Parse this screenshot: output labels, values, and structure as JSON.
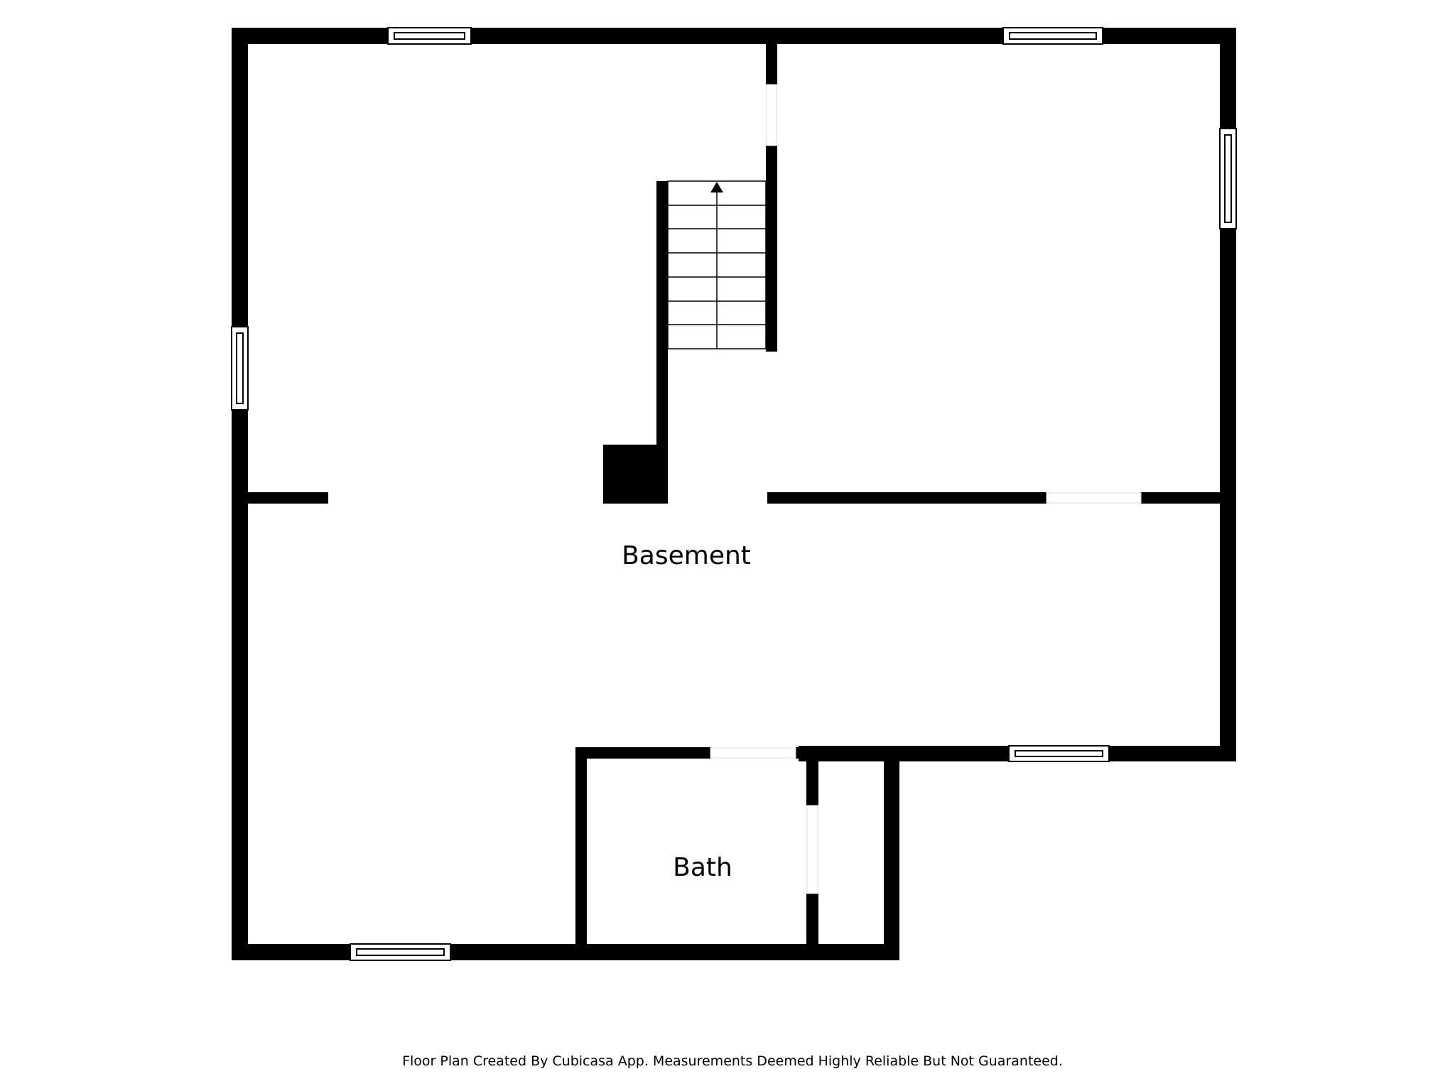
{
  "plan": {
    "rooms": [
      {
        "label": "Basement"
      },
      {
        "label": "Bath"
      }
    ],
    "footer": "Floor Plan Created By Cubicasa App. Measurements Deemed Highly Reliable But Not Guaranteed."
  },
  "colors": {
    "wall": "#000000",
    "floor": "#ffffff",
    "window_frame": "#000000"
  }
}
